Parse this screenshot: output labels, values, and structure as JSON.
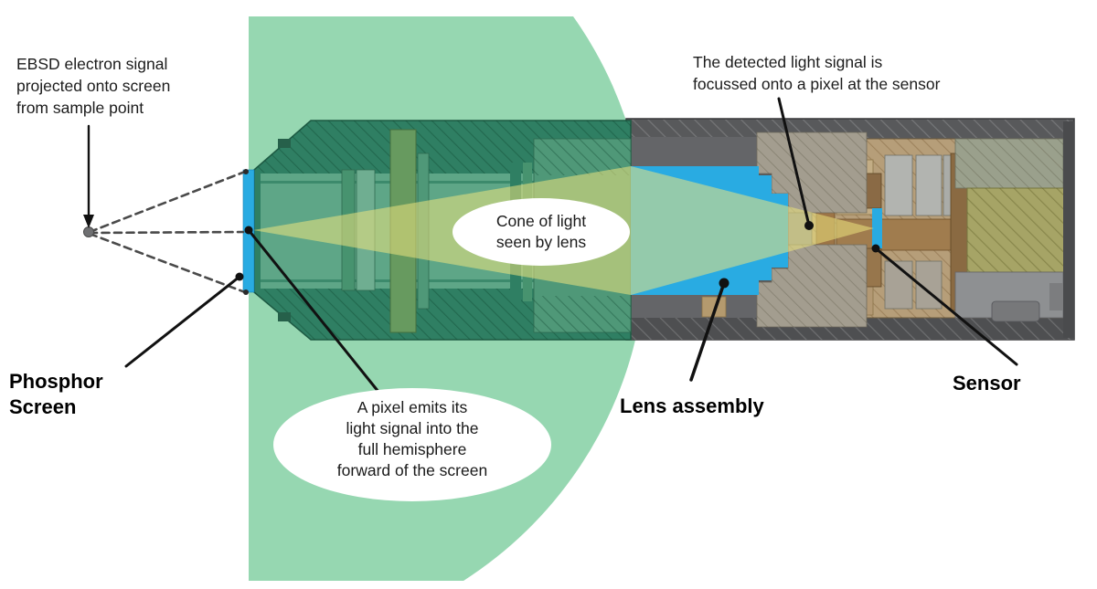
{
  "diagram": {
    "annotations": {
      "ebsd": {
        "l1": "EBSD electron signal",
        "l2": "projected onto screen",
        "l3": "from sample point"
      },
      "detected": {
        "l1": "The detected light signal is",
        "l2": "focussed onto a pixel at the sensor"
      }
    },
    "bubbles": {
      "cone": {
        "l1": "Cone of light",
        "l2": "seen by lens"
      },
      "pixel": {
        "l1": "A pixel emits its",
        "l2": "light signal into the",
        "l3": "full hemisphere",
        "l4": "forward of the screen"
      }
    },
    "labels": {
      "phosphor": {
        "l1": "Phosphor",
        "l2": "Screen"
      },
      "lens": "Lens assembly",
      "sensor": "Sensor"
    },
    "colors": {
      "background": "#ffffff",
      "hemisphere_green": "#96d7b1",
      "cone_yellow": "#ece47e",
      "optics_blue": "#29abe2",
      "casing_grey": "#58595b",
      "barrel_teal": "#2f7f63",
      "barrel_interior_teal": "#5ea687",
      "interior_tan": "#b69e79",
      "olive_green": "#a6a466",
      "bubble_white": "#ffffff",
      "callout_black": "#111111",
      "dashed_grey": "#4a4a4a"
    }
  }
}
